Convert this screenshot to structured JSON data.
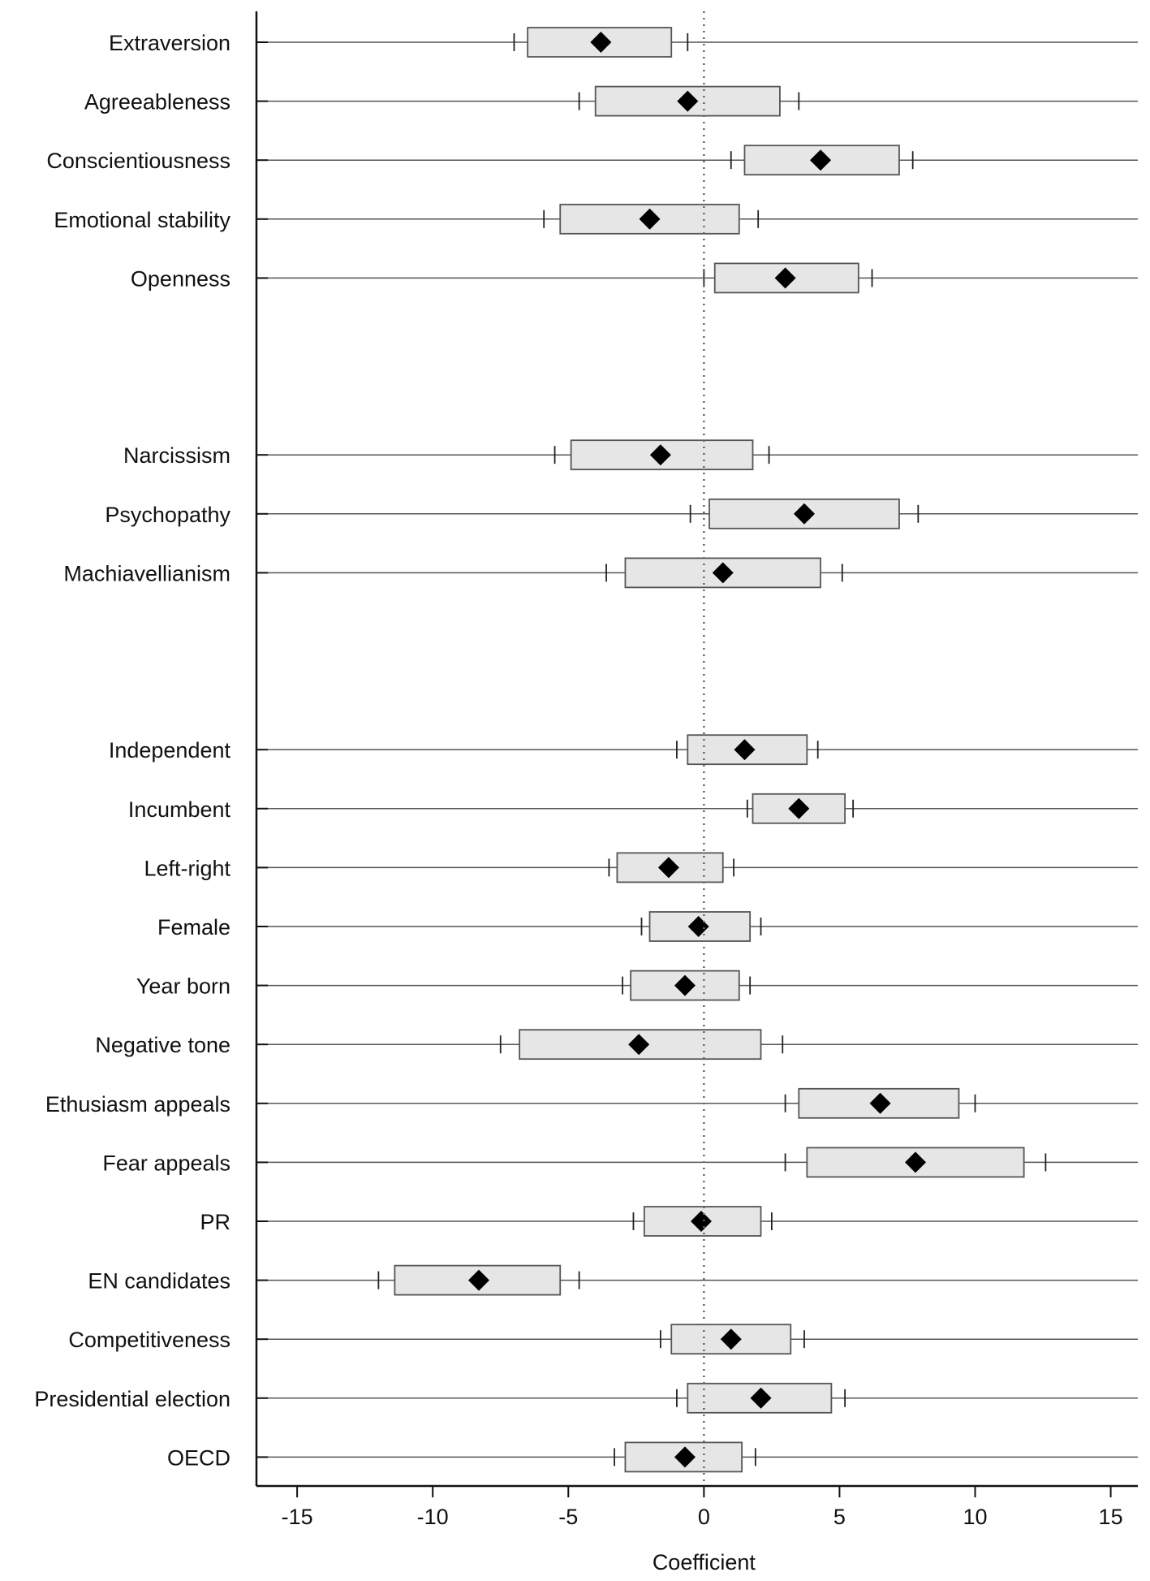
{
  "chart_data": {
    "type": "coefficient-plot",
    "xlabel": "Coefficient",
    "xlim": [
      -16.5,
      16
    ],
    "xticks": [
      -15,
      -10,
      -5,
      0,
      5,
      10,
      15
    ],
    "xtick_labels": [
      "-15",
      "-10",
      "-5",
      "0",
      "5",
      "10",
      "15"
    ],
    "reference_line": 0,
    "colors": {
      "box_fill": "#e6e6e6",
      "marker": "#000000",
      "line": "#555555"
    },
    "groups": [
      {
        "rows": [
          {
            "label": "Extraversion",
            "estimate": -3.8,
            "ci_inner": [
              -6.5,
              -1.2
            ],
            "ci_outer": [
              -7.0,
              -0.6
            ]
          },
          {
            "label": "Agreeableness",
            "estimate": -0.6,
            "ci_inner": [
              -4.0,
              2.8
            ],
            "ci_outer": [
              -4.6,
              3.5
            ]
          },
          {
            "label": "Conscientiousness",
            "estimate": 4.3,
            "ci_inner": [
              1.5,
              7.2
            ],
            "ci_outer": [
              1.0,
              7.7
            ]
          },
          {
            "label": "Emotional stability",
            "estimate": -2.0,
            "ci_inner": [
              -5.3,
              1.3
            ],
            "ci_outer": [
              -5.9,
              2.0
            ]
          },
          {
            "label": "Openness",
            "estimate": 3.0,
            "ci_inner": [
              0.4,
              5.7
            ],
            "ci_outer": [
              0.0,
              6.2
            ]
          }
        ]
      },
      {
        "rows": [
          {
            "label": "Narcissism",
            "estimate": -1.6,
            "ci_inner": [
              -4.9,
              1.8
            ],
            "ci_outer": [
              -5.5,
              2.4
            ]
          },
          {
            "label": "Psychopathy",
            "estimate": 3.7,
            "ci_inner": [
              0.2,
              7.2
            ],
            "ci_outer": [
              -0.5,
              7.9
            ]
          },
          {
            "label": "Machiavellianism",
            "estimate": 0.7,
            "ci_inner": [
              -2.9,
              4.3
            ],
            "ci_outer": [
              -3.6,
              5.1
            ]
          }
        ]
      },
      {
        "rows": [
          {
            "label": "Independent",
            "estimate": 1.5,
            "ci_inner": [
              -0.6,
              3.8
            ],
            "ci_outer": [
              -1.0,
              4.2
            ]
          },
          {
            "label": "Incumbent",
            "estimate": 3.5,
            "ci_inner": [
              1.8,
              5.2
            ],
            "ci_outer": [
              1.6,
              5.5
            ]
          },
          {
            "label": "Left-right",
            "estimate": -1.3,
            "ci_inner": [
              -3.2,
              0.7
            ],
            "ci_outer": [
              -3.5,
              1.1
            ]
          },
          {
            "label": "Female",
            "estimate": -0.2,
            "ci_inner": [
              -2.0,
              1.7
            ],
            "ci_outer": [
              -2.3,
              2.1
            ]
          },
          {
            "label": "Year born",
            "estimate": -0.7,
            "ci_inner": [
              -2.7,
              1.3
            ],
            "ci_outer": [
              -3.0,
              1.7
            ]
          },
          {
            "label": "Negative tone",
            "estimate": -2.4,
            "ci_inner": [
              -6.8,
              2.1
            ],
            "ci_outer": [
              -7.5,
              2.9
            ]
          },
          {
            "label": "Ethusiasm appeals",
            "estimate": 6.5,
            "ci_inner": [
              3.5,
              9.4
            ],
            "ci_outer": [
              3.0,
              10.0
            ]
          },
          {
            "label": "Fear appeals",
            "estimate": 7.8,
            "ci_inner": [
              3.8,
              11.8
            ],
            "ci_outer": [
              3.0,
              12.6
            ]
          },
          {
            "label": "PR",
            "estimate": -0.1,
            "ci_inner": [
              -2.2,
              2.1
            ],
            "ci_outer": [
              -2.6,
              2.5
            ]
          },
          {
            "label": "EN candidates",
            "estimate": -8.3,
            "ci_inner": [
              -11.4,
              -5.3
            ],
            "ci_outer": [
              -12.0,
              -4.6
            ]
          },
          {
            "label": "Competitiveness",
            "estimate": 1.0,
            "ci_inner": [
              -1.2,
              3.2
            ],
            "ci_outer": [
              -1.6,
              3.7
            ]
          },
          {
            "label": "Presidential election",
            "estimate": 2.1,
            "ci_inner": [
              -0.6,
              4.7
            ],
            "ci_outer": [
              -1.0,
              5.2
            ]
          },
          {
            "label": "OECD",
            "estimate": -0.7,
            "ci_inner": [
              -2.9,
              1.4
            ],
            "ci_outer": [
              -3.3,
              1.9
            ]
          }
        ]
      }
    ]
  }
}
